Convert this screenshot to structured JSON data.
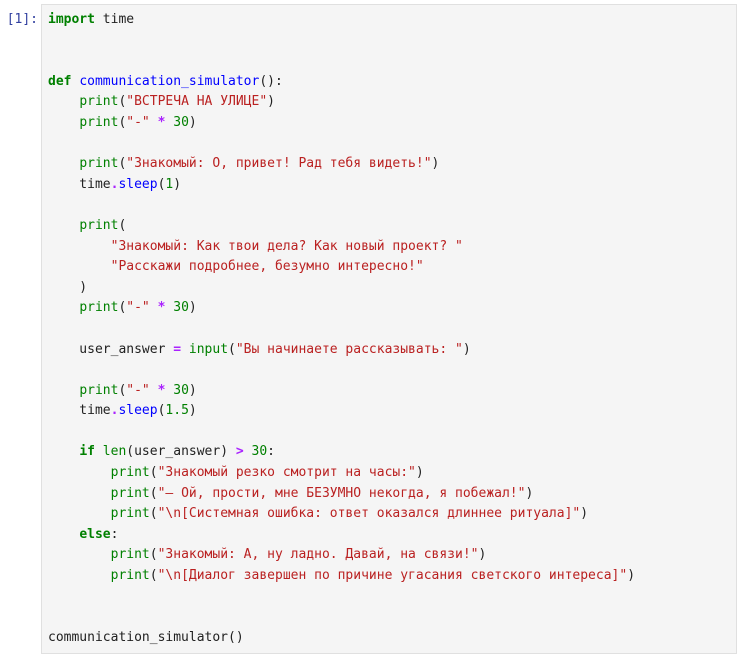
{
  "cell": {
    "prompt": "[1]:",
    "lines": [
      [
        {
          "t": "kw",
          "v": "import"
        },
        {
          "t": "p",
          "v": " time"
        }
      ],
      [],
      [],
      [
        {
          "t": "kw",
          "v": "def"
        },
        {
          "t": "p",
          "v": " "
        },
        {
          "t": "fn",
          "v": "communication_simulator"
        },
        {
          "t": "p",
          "v": "():"
        }
      ],
      [
        {
          "t": "p",
          "v": "    "
        },
        {
          "t": "bi",
          "v": "print"
        },
        {
          "t": "p",
          "v": "("
        },
        {
          "t": "str",
          "v": "\"ВСТРЕЧА НА УЛИЦЕ\""
        },
        {
          "t": "p",
          "v": ")"
        }
      ],
      [
        {
          "t": "p",
          "v": "    "
        },
        {
          "t": "bi",
          "v": "print"
        },
        {
          "t": "p",
          "v": "("
        },
        {
          "t": "str",
          "v": "\"-\""
        },
        {
          "t": "p",
          "v": " "
        },
        {
          "t": "op",
          "v": "*"
        },
        {
          "t": "p",
          "v": " "
        },
        {
          "t": "num",
          "v": "30"
        },
        {
          "t": "p",
          "v": ")"
        }
      ],
      [],
      [
        {
          "t": "p",
          "v": "    "
        },
        {
          "t": "bi",
          "v": "print"
        },
        {
          "t": "p",
          "v": "("
        },
        {
          "t": "str",
          "v": "\"Знакомый: О, привет! Рад тебя видеть!\""
        },
        {
          "t": "p",
          "v": ")"
        }
      ],
      [
        {
          "t": "p",
          "v": "    time"
        },
        {
          "t": "op",
          "v": "."
        },
        {
          "t": "attr",
          "v": "sleep"
        },
        {
          "t": "p",
          "v": "("
        },
        {
          "t": "num",
          "v": "1"
        },
        {
          "t": "p",
          "v": ")"
        }
      ],
      [],
      [
        {
          "t": "p",
          "v": "    "
        },
        {
          "t": "bi",
          "v": "print"
        },
        {
          "t": "p",
          "v": "("
        }
      ],
      [
        {
          "t": "p",
          "v": "        "
        },
        {
          "t": "str",
          "v": "\"Знакомый: Как твои дела? Как новый проект? \""
        }
      ],
      [
        {
          "t": "p",
          "v": "        "
        },
        {
          "t": "str",
          "v": "\"Расскажи подробнее, безумно интересно!\""
        }
      ],
      [
        {
          "t": "p",
          "v": "    )"
        }
      ],
      [
        {
          "t": "p",
          "v": "    "
        },
        {
          "t": "bi",
          "v": "print"
        },
        {
          "t": "p",
          "v": "("
        },
        {
          "t": "str",
          "v": "\"-\""
        },
        {
          "t": "p",
          "v": " "
        },
        {
          "t": "op",
          "v": "*"
        },
        {
          "t": "p",
          "v": " "
        },
        {
          "t": "num",
          "v": "30"
        },
        {
          "t": "p",
          "v": ")"
        }
      ],
      [],
      [
        {
          "t": "p",
          "v": "    user_answer "
        },
        {
          "t": "op",
          "v": "="
        },
        {
          "t": "p",
          "v": " "
        },
        {
          "t": "bi",
          "v": "input"
        },
        {
          "t": "p",
          "v": "("
        },
        {
          "t": "str",
          "v": "\"Вы начинаете рассказывать: \""
        },
        {
          "t": "p",
          "v": ")"
        }
      ],
      [],
      [
        {
          "t": "p",
          "v": "    "
        },
        {
          "t": "bi",
          "v": "print"
        },
        {
          "t": "p",
          "v": "("
        },
        {
          "t": "str",
          "v": "\"-\""
        },
        {
          "t": "p",
          "v": " "
        },
        {
          "t": "op",
          "v": "*"
        },
        {
          "t": "p",
          "v": " "
        },
        {
          "t": "num",
          "v": "30"
        },
        {
          "t": "p",
          "v": ")"
        }
      ],
      [
        {
          "t": "p",
          "v": "    time"
        },
        {
          "t": "op",
          "v": "."
        },
        {
          "t": "attr",
          "v": "sleep"
        },
        {
          "t": "p",
          "v": "("
        },
        {
          "t": "num",
          "v": "1.5"
        },
        {
          "t": "p",
          "v": ")"
        }
      ],
      [],
      [
        {
          "t": "p",
          "v": "    "
        },
        {
          "t": "kw",
          "v": "if"
        },
        {
          "t": "p",
          "v": " "
        },
        {
          "t": "bi",
          "v": "len"
        },
        {
          "t": "p",
          "v": "(user_answer) "
        },
        {
          "t": "op",
          "v": ">"
        },
        {
          "t": "p",
          "v": " "
        },
        {
          "t": "num",
          "v": "30"
        },
        {
          "t": "p",
          "v": ":"
        }
      ],
      [
        {
          "t": "p",
          "v": "        "
        },
        {
          "t": "bi",
          "v": "print"
        },
        {
          "t": "p",
          "v": "("
        },
        {
          "t": "str",
          "v": "\"Знакомый резко смотрит на часы:\""
        },
        {
          "t": "p",
          "v": ")"
        }
      ],
      [
        {
          "t": "p",
          "v": "        "
        },
        {
          "t": "bi",
          "v": "print"
        },
        {
          "t": "p",
          "v": "("
        },
        {
          "t": "str",
          "v": "\"— Ой, прости, мне БЕЗУМНО некогда, я побежал!\""
        },
        {
          "t": "p",
          "v": ")"
        }
      ],
      [
        {
          "t": "p",
          "v": "        "
        },
        {
          "t": "bi",
          "v": "print"
        },
        {
          "t": "p",
          "v": "("
        },
        {
          "t": "str",
          "v": "\"\\n[Системная ошибка: ответ оказался длиннее ритуала]\""
        },
        {
          "t": "p",
          "v": ")"
        }
      ],
      [
        {
          "t": "p",
          "v": "    "
        },
        {
          "t": "kw",
          "v": "else"
        },
        {
          "t": "p",
          "v": ":"
        }
      ],
      [
        {
          "t": "p",
          "v": "        "
        },
        {
          "t": "bi",
          "v": "print"
        },
        {
          "t": "p",
          "v": "("
        },
        {
          "t": "str",
          "v": "\"Знакомый: А, ну ладно. Давай, на связи!\""
        },
        {
          "t": "p",
          "v": ")"
        }
      ],
      [
        {
          "t": "p",
          "v": "        "
        },
        {
          "t": "bi",
          "v": "print"
        },
        {
          "t": "p",
          "v": "("
        },
        {
          "t": "str",
          "v": "\"\\n[Диалог завершен по причине угасания светского интереса]\""
        },
        {
          "t": "p",
          "v": ")"
        }
      ],
      [],
      [],
      [
        {
          "t": "p",
          "v": "communication_simulator()"
        }
      ]
    ]
  },
  "colors": {
    "prompt": "#303f9f",
    "keyword": "#008000",
    "builtin": "#008000",
    "function_name": "#0000ff",
    "string": "#ba2121",
    "number": "#008000",
    "operator": "#aa22ff",
    "cell_background": "#f5f5f5"
  }
}
